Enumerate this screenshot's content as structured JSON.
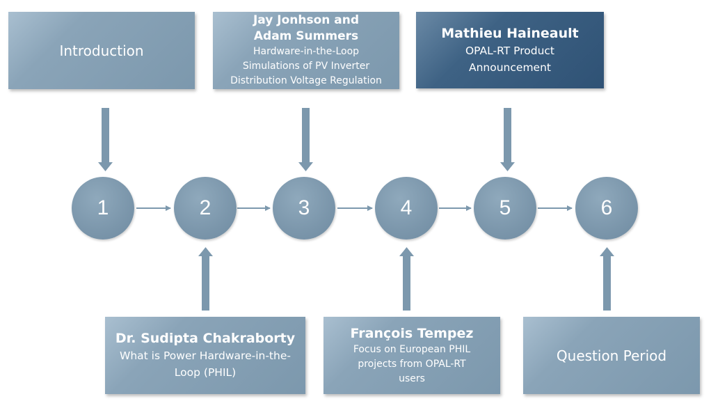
{
  "colors": {
    "box_light": "#7c98ad",
    "box_dark": "#2f5275",
    "circle": "#7b96ab",
    "arrow": "#7c98ad"
  },
  "top_boxes": [
    {
      "id": "introduction",
      "text": "Introduction"
    },
    {
      "id": "jay-adam",
      "name_line1": "Jay Jonhson and",
      "name_line2": "Adam Summers",
      "desc_line1": "Hardware-in-the-Loop",
      "desc_line2": "Simulations of PV Inverter",
      "desc_line3": "Distribution Voltage Regulation"
    },
    {
      "id": "mathieu",
      "name": "Mathieu Haineault",
      "desc_line1": "OPAL-RT Product",
      "desc_line2": "Announcement"
    }
  ],
  "bottom_boxes": [
    {
      "id": "sudipta",
      "name": "Dr. Sudipta Chakraborty",
      "desc_line1": "What is Power Hardware-in-the-",
      "desc_line2": "Loop (PHIL)"
    },
    {
      "id": "francois",
      "name": "François Tempez",
      "desc_line1": "Focus on European PHIL",
      "desc_line2": "projects from OPAL-RT",
      "desc_line3": "users"
    },
    {
      "id": "question",
      "text": "Question Period"
    }
  ],
  "steps": [
    "1",
    "2",
    "3",
    "4",
    "5",
    "6"
  ]
}
